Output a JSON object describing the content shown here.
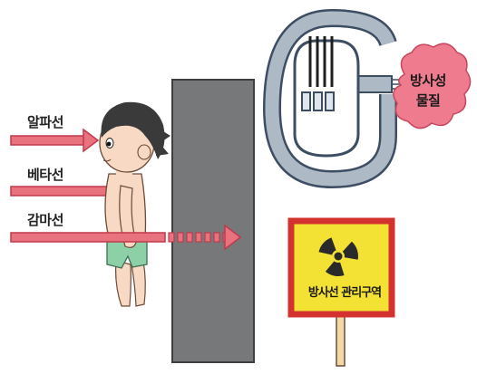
{
  "radiation_types": [
    {
      "label": "알파선"
    },
    {
      "label": "베타선"
    },
    {
      "label": "감마선"
    }
  ],
  "reactor": {
    "material_label": "방사성 물질"
  },
  "sign": {
    "text": "방사선 관리구역"
  },
  "colors": {
    "arrow": "#e8737f",
    "arrow_stroke": "#c2394b",
    "shield": "#77787a",
    "reactor_fill": "#aeb9c6",
    "reactor_stroke": "#3d4e63",
    "cloud": "#ee7b8e",
    "sign_red": "#d4322f",
    "sign_yellow": "#f3e233",
    "skin": "#f7d9c4",
    "shorts": "#8dd0a8",
    "hair": "#3a3a3a"
  },
  "icons": [
    "radiation-trefoil-icon",
    "radioactive-cloud-icon"
  ]
}
